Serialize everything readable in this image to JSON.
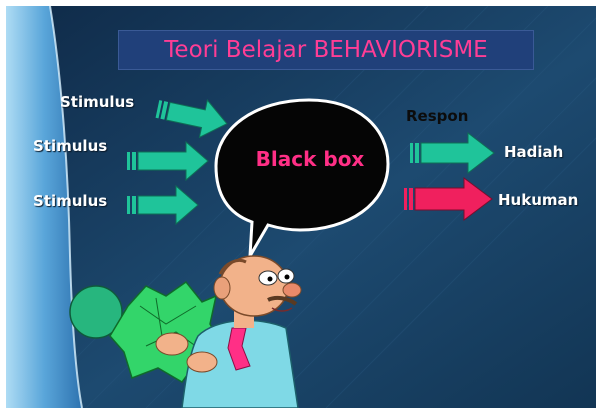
{
  "slide": {
    "title": "Teori Belajar BEHAVIORISME",
    "stimulus_labels": [
      "Stimulus",
      "Stimulus",
      "Stimulus"
    ],
    "black_box_label": "Black box",
    "respon_label": "Respon",
    "outcomes": [
      {
        "label": "Hadiah",
        "arrow_color": "#1fc49a"
      },
      {
        "label": "Hukuman",
        "arrow_color": "#f0205e"
      }
    ]
  },
  "colors": {
    "background": "#173a5c",
    "title_text": "#ff3d95",
    "stimulus_arrow": "#1fc49a",
    "reward_arrow": "#1fc49a",
    "punishment_arrow": "#f0205e",
    "black_box_text": "#ff2f86"
  },
  "icons": [
    "right-arrow-icon",
    "speech-bubble-icon",
    "thinking-man-illustration"
  ]
}
